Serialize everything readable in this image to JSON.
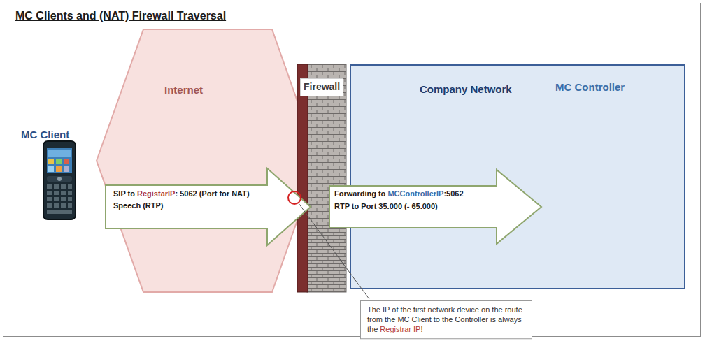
{
  "diagram": {
    "title": "MC Clients and (NAT) Firewall Traversal",
    "nodes": [
      {
        "text": [
          "Internet"
        ]
      },
      {
        "text": [
          "Firewall"
        ]
      },
      {
        "text": [
          "Company Network"
        ]
      },
      {
        "text": [
          "MC Controller"
        ],
        "in": 2
      },
      {
        "text": [
          "SIP to RegistarIP: 5062 (Port for NAT)",
          "Speech (RTP)"
        ]
      },
      {
        "text": [
          "Forwarding to MCControllerIP:5062",
          "RTP to Port 35.000 (- 65.000)"
        ]
      },
      {
        "text": [
          "The IP of the first network device on the route from the MC Client to the Controller is always the Registrar IP!"
        ]
      }
    ],
    "labels": [
      "MC Client"
    ]
  }
}
